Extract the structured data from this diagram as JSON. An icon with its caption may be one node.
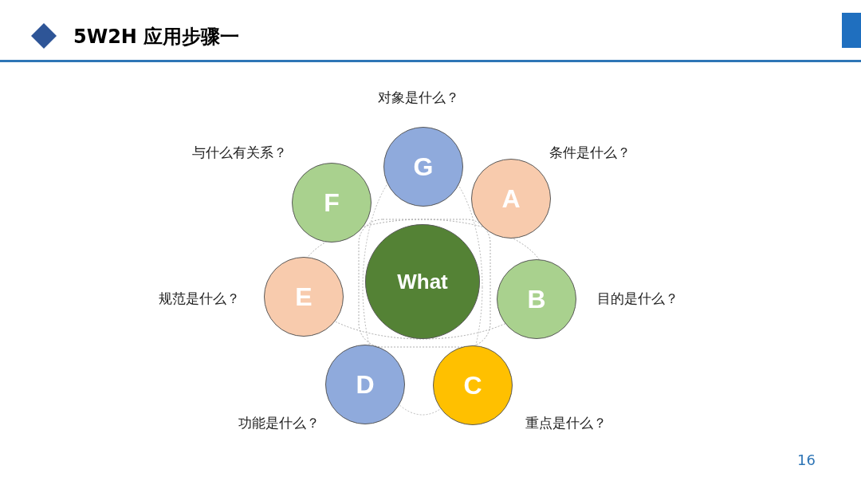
{
  "diagram": {
    "title": "5W2H 应用步骤一",
    "nodes": [
      {
        "text": [
          "G"
        ],
        "beside": [
          "对象是什么？"
        ]
      },
      {
        "text": [
          "F"
        ],
        "beside": [
          "与什么有关系？"
        ]
      },
      {
        "text": [
          "A"
        ],
        "beside": [
          "条件是什么？"
        ]
      },
      {
        "text": [
          "What"
        ]
      },
      {
        "text": [
          "E"
        ],
        "beside": [
          "规范是什么？"
        ]
      },
      {
        "text": [
          "B"
        ],
        "beside": [
          "目的是什么？"
        ]
      },
      {
        "text": [
          "D"
        ],
        "beside": [
          "功能是什么？"
        ]
      },
      {
        "text": [
          "C"
        ],
        "beside": [
          "重点是什么？"
        ]
      }
    ],
    "edges": [],
    "labels": [
      "16"
    ]
  }
}
